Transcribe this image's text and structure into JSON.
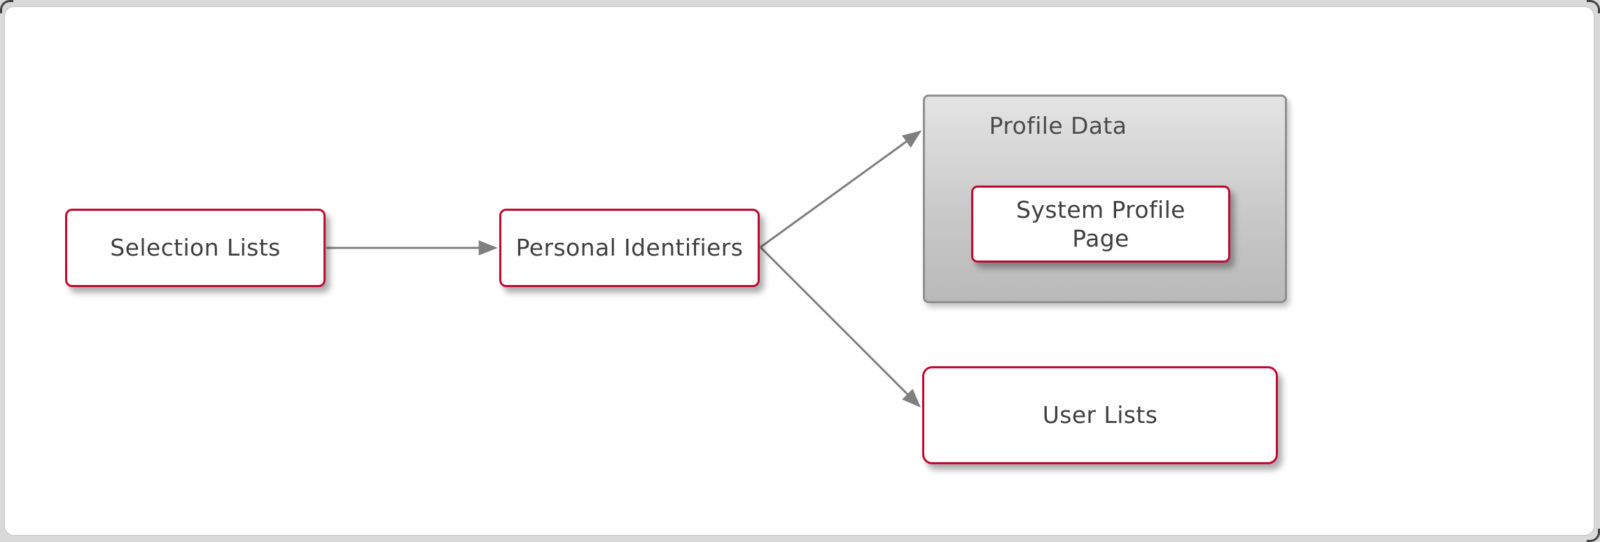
{
  "diagram": {
    "nodes": {
      "selection_lists": {
        "label": "Selection Lists",
        "shape": "rounded-rect",
        "style": "red-outline"
      },
      "personal_identifiers": {
        "label": "Personal Identifiers",
        "shape": "rounded-rect",
        "style": "red-outline"
      },
      "profile_data": {
        "label": "Profile Data",
        "shape": "container",
        "style": "gray-gradient"
      },
      "system_profile_page": {
        "label": "System Profile Page",
        "shape": "rounded-rect",
        "style": "red-outline",
        "parent": "Profile Data"
      },
      "user_lists": {
        "label": "User Lists",
        "shape": "rounded-rect",
        "style": "red-outline"
      }
    },
    "edges": [
      {
        "from": "Selection Lists",
        "to": "Personal Identifiers",
        "arrow": "end"
      },
      {
        "from": "Personal Identifiers",
        "to": "Profile Data",
        "arrow": "end"
      },
      {
        "from": "Personal Identifiers",
        "to": "User Lists",
        "arrow": "end"
      }
    ],
    "colors": {
      "node_border": "#BE0A30",
      "node_fill": "#FFFFFF",
      "node_text": "#3F3F3F",
      "container_border": "#8F8F8F",
      "container_fill_top": "#E4E4E4",
      "container_fill_bottom": "#B9B9B9",
      "edge": "#7F7F7F",
      "canvas_background": "#FFFFFF",
      "page_background": "#D9D9D9"
    }
  }
}
